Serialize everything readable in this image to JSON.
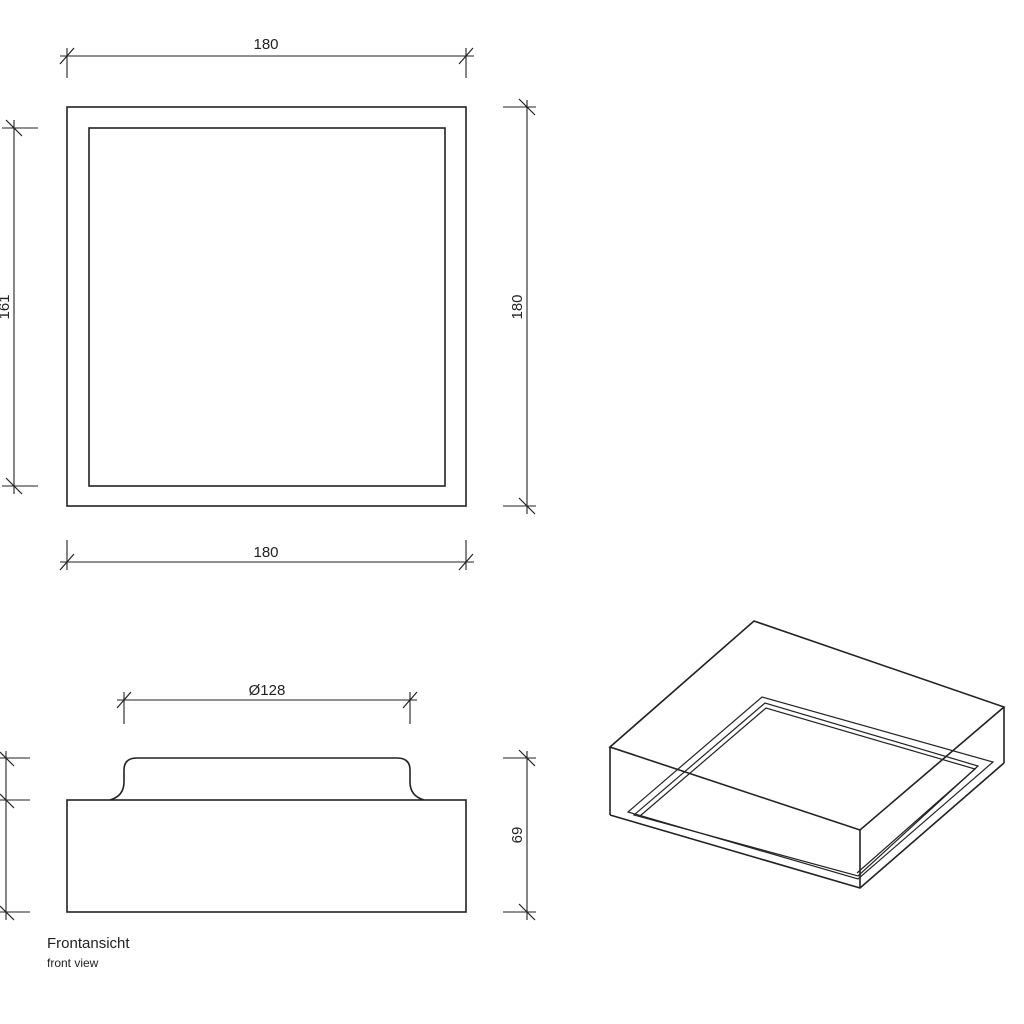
{
  "top_view": {
    "width_top_label": "180",
    "width_bottom_label": "180",
    "height_right_label": "180",
    "height_left_label": "161"
  },
  "front_view": {
    "diameter_label": "Ø128",
    "height_right_label": "69",
    "caption": "Frontansicht",
    "caption_sub": "front view"
  }
}
